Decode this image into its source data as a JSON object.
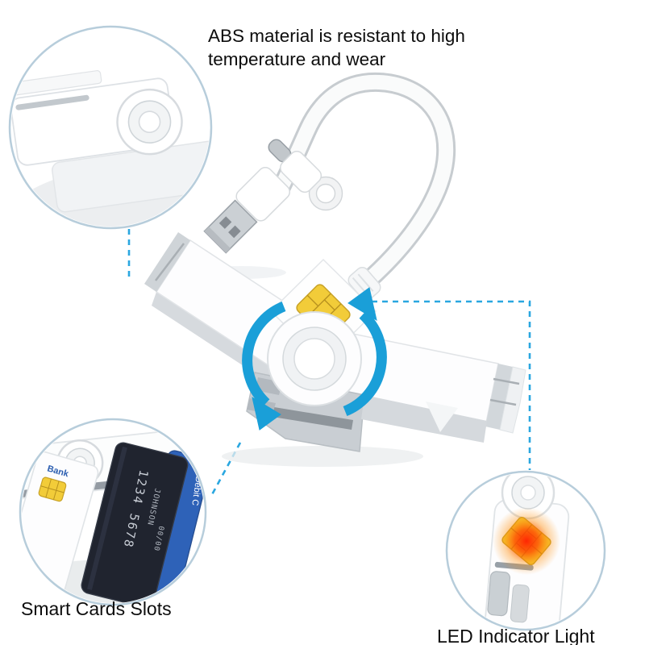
{
  "annotations": {
    "abs_line1": "ABS material is resistant to high",
    "abs_line2": "temperature and wear",
    "smart_cards_label": "Smart Cards Slots",
    "led_label": "LED Indicator Light"
  },
  "card_details": {
    "bank_logo": "Bank",
    "debit_label": "Debit C",
    "number": "1234 5678",
    "holder": "JOHNSON",
    "valid": "00/00"
  },
  "colors": {
    "accent_blue": "#2aa7e0",
    "rotation_arrow_blue": "#1a9fd8",
    "callout_border": "#b7cddb",
    "chip_gold": "#f2cc39",
    "led_glow_red": "#ff2d00",
    "card_dark": "#20242f",
    "card_blue": "#2e62b8"
  }
}
